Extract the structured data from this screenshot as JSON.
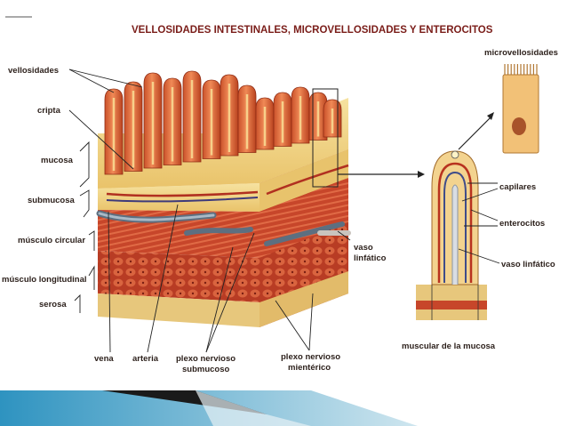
{
  "title": "VELLOSIDADES INTESTINALES, MICROVELLOSIDADES Y ENTEROCITOS",
  "left_labels": {
    "vellosidades": "vellosidades",
    "cripta": "cripta",
    "mucosa": "mucosa",
    "submucosa": "submucosa",
    "musculo_circular": "músculo circular",
    "musculo_longitudinal": "músculo longitudinal",
    "serosa": "serosa"
  },
  "bottom_labels": {
    "vena": "vena",
    "arteria": "arteria",
    "plexo_submucoso_1": "plexo nervioso",
    "plexo_submucoso_2": "submucoso",
    "plexo_mienterico_1": "plexo nervioso",
    "plexo_mienterico_2": "mientérico"
  },
  "vaso_linfatico_1": "vaso",
  "vaso_linfatico_2": "linfático",
  "right_labels": {
    "microvellosidades": "microvellosidades",
    "capilares": "capilares",
    "enterocitos": "enterocitos",
    "vaso_linfatico": "vaso linfático",
    "muscular_mucosa": "muscular de la mucosa"
  },
  "colors": {
    "villus": "#e8733f",
    "villus_light": "#f5b48a",
    "mucosa_tissue": "#f2d585",
    "muscle": "#c94a2c",
    "title": "#7a1d19",
    "accent_bar": "#3a9fc7"
  }
}
